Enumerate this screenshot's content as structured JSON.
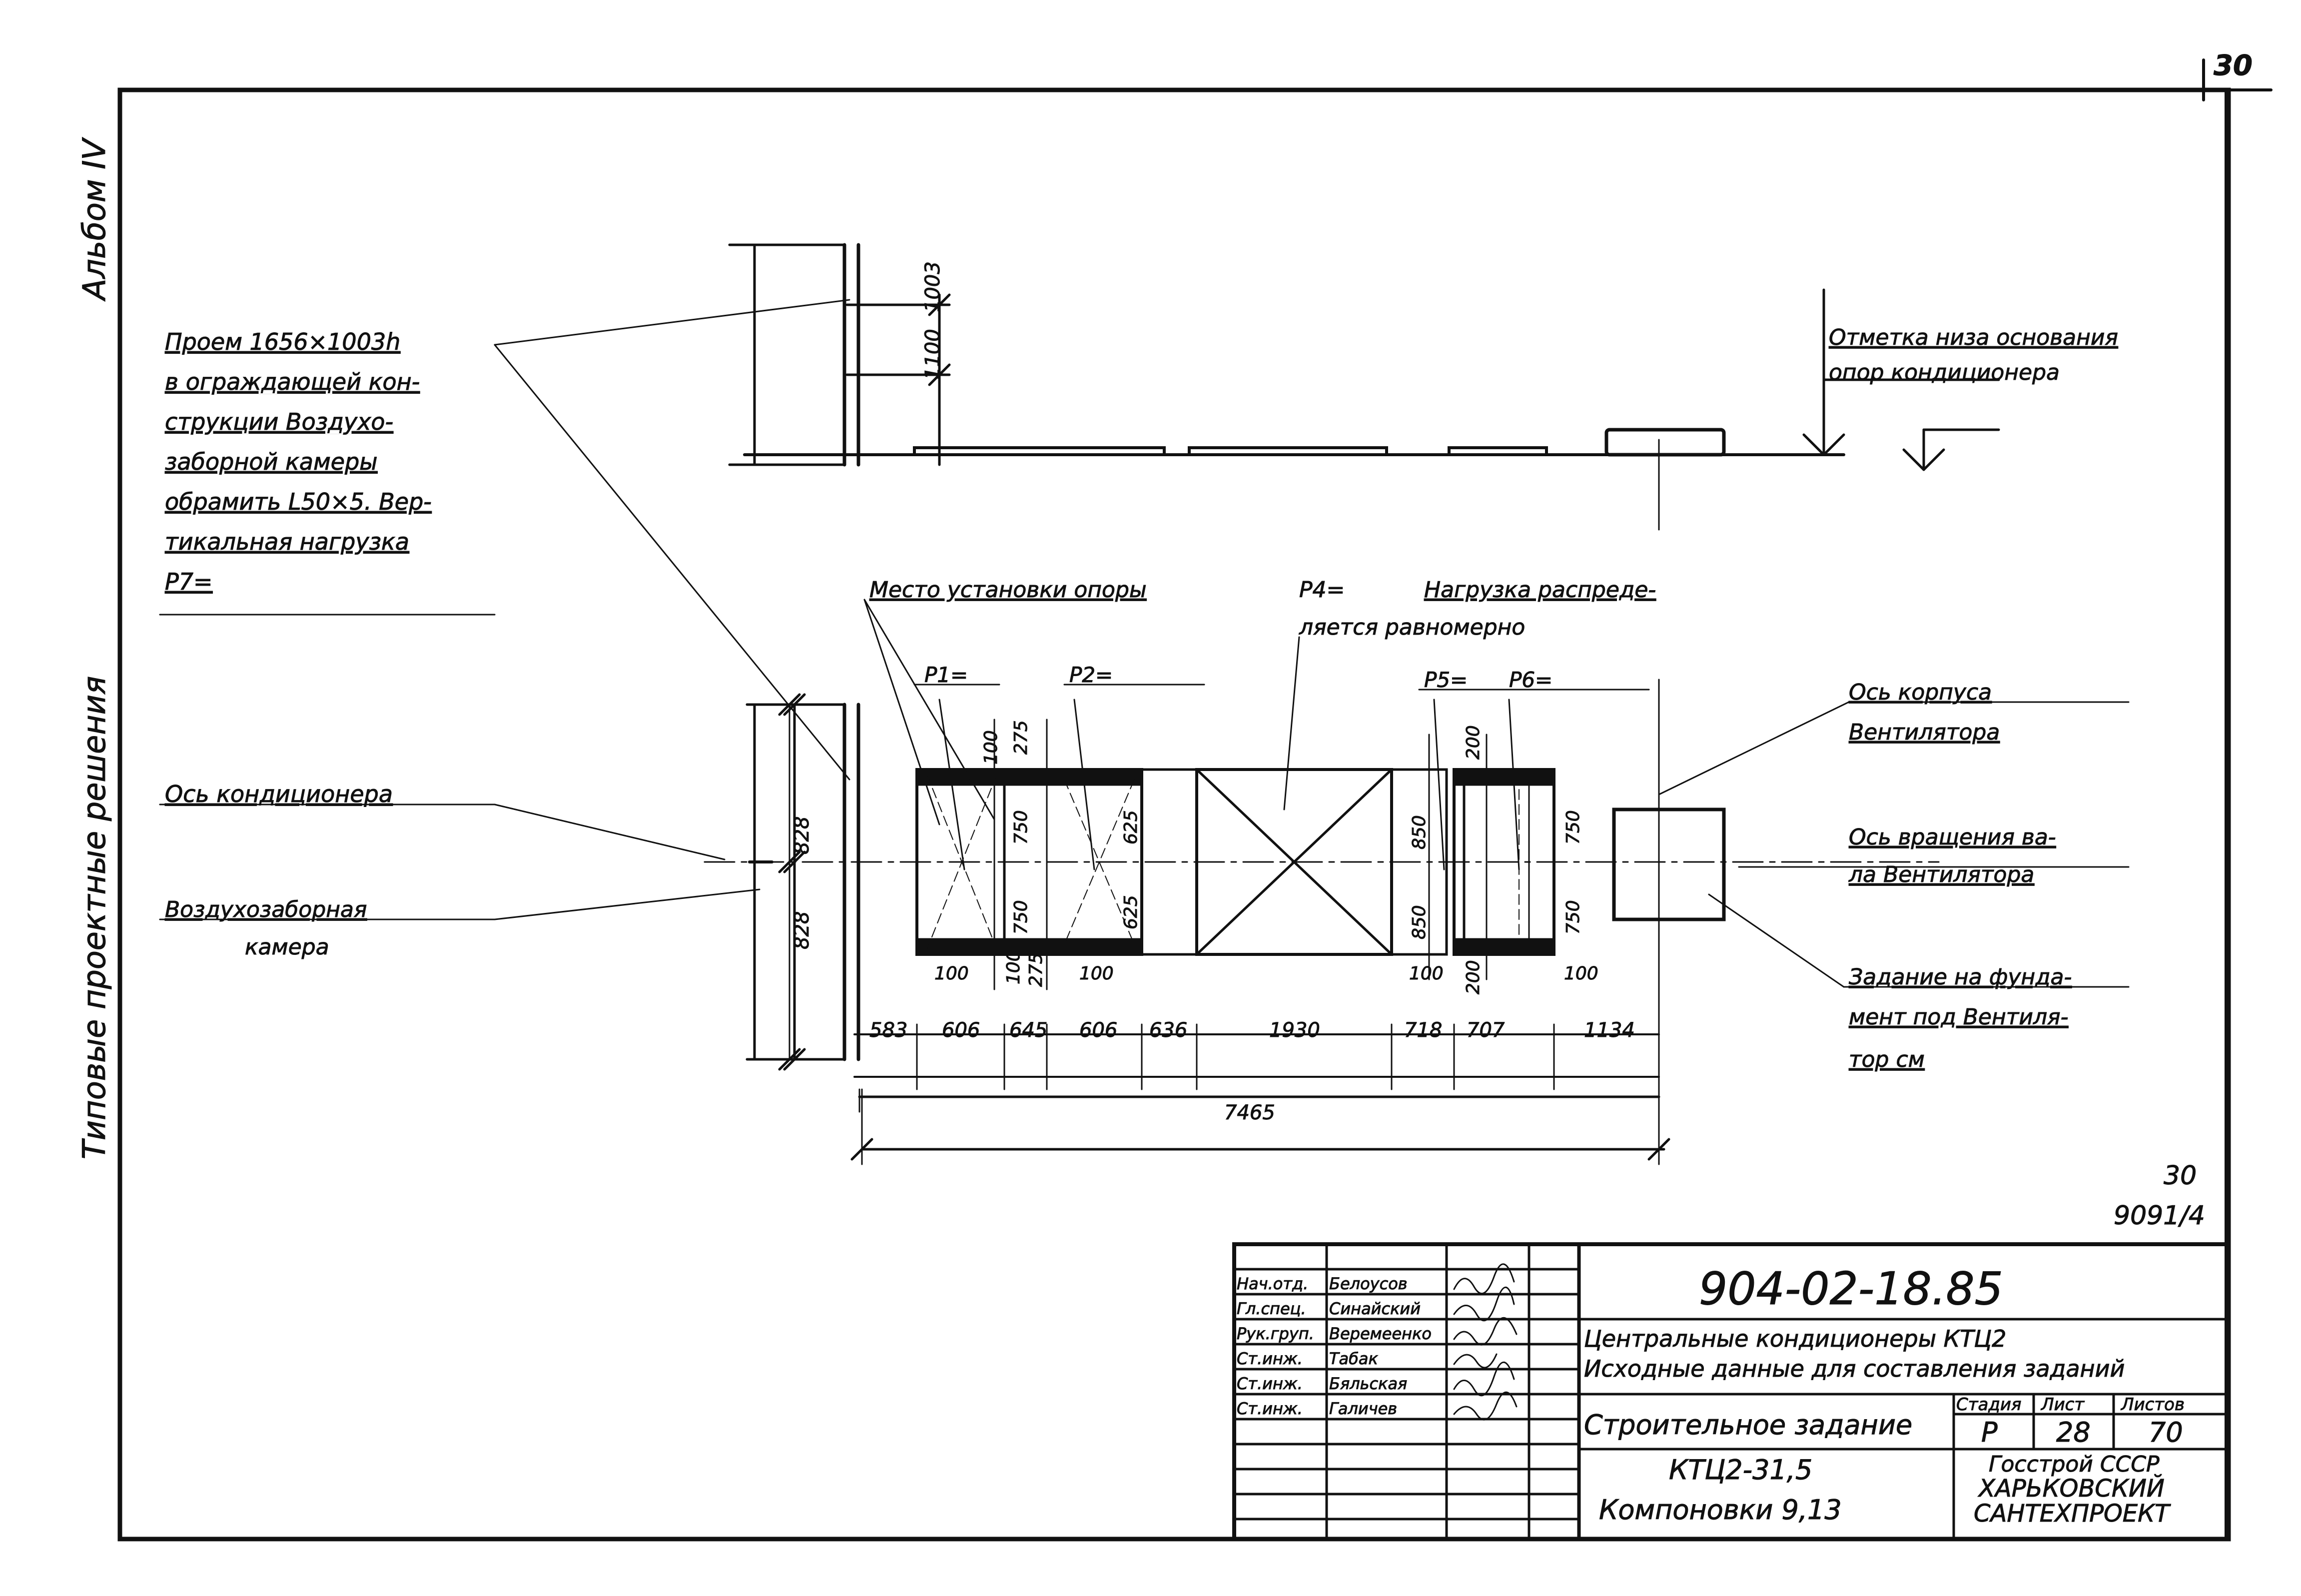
{
  "page": {
    "sheet_number": "30",
    "side_album": "Альбом IV",
    "side_series": "Типовые проектные решения",
    "ref_number": "30",
    "ref_code": "9091/4"
  },
  "annotations": {
    "opening": [
      "Проем 1656×1003h",
      "в ограждающей кон-",
      "струкции Воздухо-",
      "заборной камеры",
      "обрамить L50×5. Вер-",
      "тикальная нагрузка",
      "P7="
    ],
    "elevation_mark": [
      "Отметка низа основания",
      "опор кондиционера"
    ],
    "support_place": "Место установки опоры",
    "p4": "P4=",
    "load_dist": [
      "Нагрузка распреде-",
      "ляется равномерно"
    ],
    "p1": "P1=",
    "p2": "P2=",
    "p5": "P5=",
    "p6": "P6=",
    "fan_housing_axis": [
      "Ось корпуса",
      "Вентилятора"
    ],
    "conditioner_axis": "Ось кондиционера",
    "intake_chamber": [
      "Воздухозаборная",
      "камера"
    ],
    "fan_shaft_axis": [
      "Ось вращения ва-",
      "ла Вентилятора"
    ],
    "fan_foundation": [
      "Задание на фунда-",
      "мент под Вентиля-",
      "тор см"
    ]
  },
  "dims": {
    "v_1003": "1003",
    "v_1100": "1100",
    "v_828_top": "828",
    "v_828_bot": "828",
    "seg": [
      "583",
      "606",
      "645",
      "606",
      "636",
      "1930",
      "718",
      "707",
      "1134"
    ],
    "total": "7465",
    "top_100": "100",
    "top_275": "275",
    "a_750_top": "750",
    "a_750_bot": "750",
    "b_625_top": "625",
    "b_625_bot": "625",
    "c_850_top": "850",
    "c_850_bot": "850",
    "d_750_top": "750",
    "d_750_bot": "750",
    "bot_100_a": "100",
    "bot_100_275": "100",
    "bot_275": "275",
    "bot_100_b": "100",
    "e_200_top": "200",
    "e_200_bot": "200",
    "f_100_l": "100",
    "f_100_r": "100"
  },
  "title_block": {
    "doc_code": "904-02-18.85",
    "desc1": "Центральные кондиционеры КТЦ2",
    "desc2": "Исходные данные для составления заданий",
    "stage_label": "Строительное задание",
    "h_stage": "Стадия",
    "h_sheet": "Лист",
    "h_sheets": "Листов",
    "v_stage": "Р",
    "v_sheet": "28",
    "v_sheets": "70",
    "product": "КТЦ2-31,5",
    "layouts": "Компоновки 9,13",
    "org1": "Госстрой СССР",
    "org2": "ХАРЬКОВСКИЙ",
    "org3": "САНТЕХПРОЕКТ",
    "signers": [
      {
        "role": "Нач.отд.",
        "name": "Белоусов"
      },
      {
        "role": "Гл.спец.",
        "name": "Синайский"
      },
      {
        "role": "Рук.груп.",
        "name": "Веремеенко"
      },
      {
        "role": "Ст.инж.",
        "name": "Табак"
      },
      {
        "role": "Ст.инж.",
        "name": "Бяльская"
      },
      {
        "role": "Ст.инж.",
        "name": "Галичев"
      }
    ]
  }
}
